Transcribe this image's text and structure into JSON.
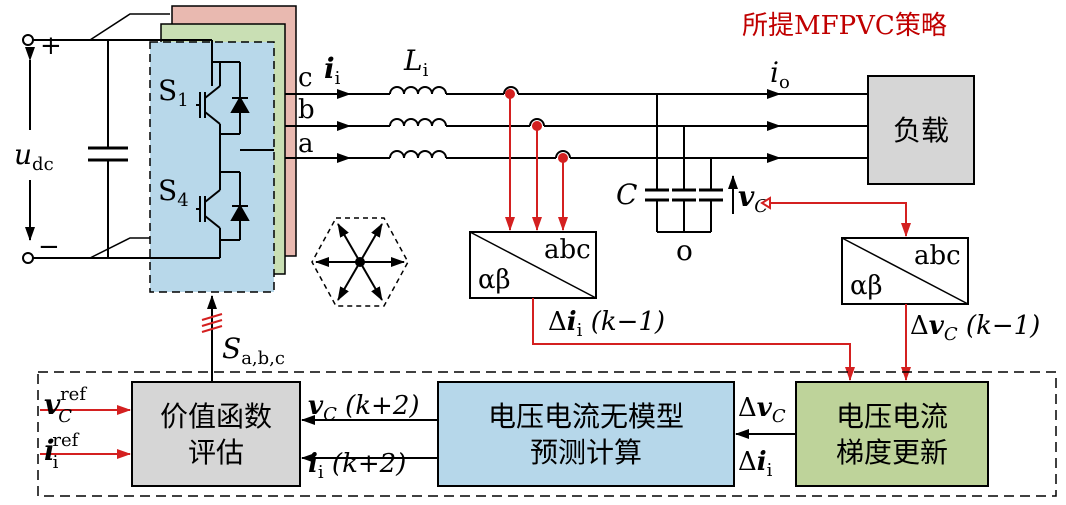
{
  "title": "所提MFPVC策略",
  "dc": {
    "plus": "+",
    "minus": "−",
    "u": "u",
    "u_sub": "dc"
  },
  "switches": {
    "s1": "S",
    "s1_sub": "1",
    "s4": "S",
    "s4_sub": "4"
  },
  "phases": {
    "c": "c",
    "b": "b",
    "a": "a"
  },
  "inverter_current": {
    "sym": "i",
    "sub": "i"
  },
  "inductor": {
    "sym": "L",
    "sub": "i"
  },
  "output_current": {
    "sym": "i",
    "sub": "o"
  },
  "capacitor": {
    "sym": "C",
    "neutral": "o"
  },
  "cap_voltage": {
    "sym": "v",
    "sub": "C"
  },
  "load": {
    "label": "负载"
  },
  "transform_left": {
    "top": "abc",
    "bottom": "αβ"
  },
  "transform_right": {
    "top": "abc",
    "bottom": "αβ"
  },
  "delta_i_prev": {
    "delta": "Δ",
    "sym": "i",
    "sub": "i",
    "arg": " (k−1)"
  },
  "delta_v_prev": {
    "delta": "Δ",
    "sym": "v",
    "sub": "C",
    "arg": " (k−1)"
  },
  "switch_signal": {
    "sym": "S",
    "sub": "a,b,c"
  },
  "blocks": {
    "cost": {
      "line1": "价值函数",
      "line2": "评估"
    },
    "predict": {
      "line1": "电压电流无模型",
      "line2": "预测计算"
    },
    "gradient": {
      "line1": "电压电流",
      "line2": "梯度更新"
    }
  },
  "refs": {
    "v_ref": {
      "sym": "v",
      "sub": "C",
      "sup": "ref"
    },
    "i_ref": {
      "sym": "i",
      "sub": "i",
      "sup": "ref"
    }
  },
  "pred_outputs": {
    "v": {
      "sym": "v",
      "sub": "C",
      "arg": " (k+2)"
    },
    "i": {
      "sym": "i",
      "sub": "i",
      "arg": " (k+2)"
    }
  },
  "grad_inputs": {
    "dv": {
      "delta": "Δ",
      "sym": "v",
      "sub": "C"
    },
    "di": {
      "delta": "Δ",
      "sym": "i",
      "sub": "i"
    }
  },
  "colors": {
    "signal": "#d42020",
    "block_blue": "#b6d7ea",
    "block_green": "#bed39a",
    "block_grey": "#d6d6d6",
    "inv_red": "#e9b9b0",
    "inv_green": "#c9dfb4",
    "inv_blue": "#b8d8ea"
  }
}
